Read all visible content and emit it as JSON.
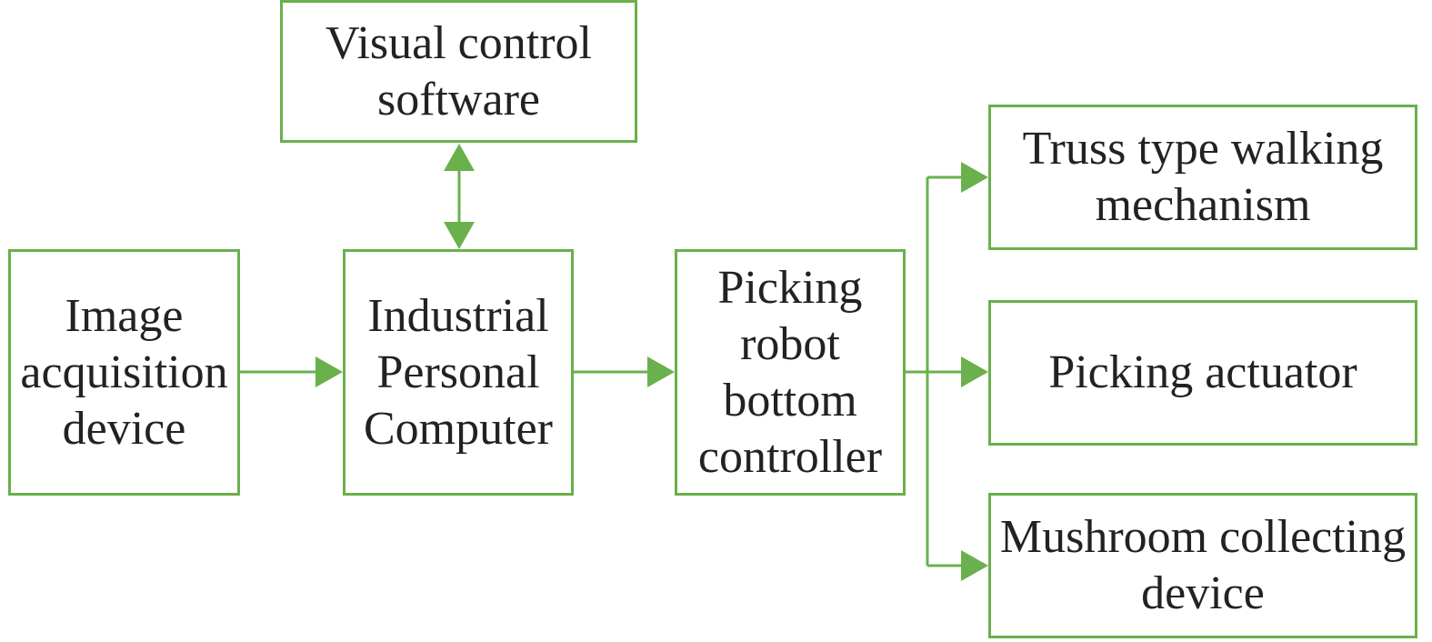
{
  "diagram": {
    "accent_color": "#6ab04c",
    "boxes": {
      "visual_control_software": "Visual control\nsoftware",
      "image_acquisition_device": "Image\nacquisition\ndevice",
      "industrial_personal_computer": "Industrial\nPersonal\nComputer",
      "picking_robot_bottom_controller": "Picking\nrobot\nbottom\ncontroller",
      "truss_type_walking_mechanism": "Truss type walking\nmechanism",
      "picking_actuator": "Picking actuator",
      "mushroom_collecting_device": "Mushroom collecting\ndevice"
    },
    "edges": [
      {
        "from": "visual_control_software",
        "to": "industrial_personal_computer",
        "bidirectional": true
      },
      {
        "from": "image_acquisition_device",
        "to": "industrial_personal_computer"
      },
      {
        "from": "industrial_personal_computer",
        "to": "picking_robot_bottom_controller"
      },
      {
        "from": "picking_robot_bottom_controller",
        "to": "truss_type_walking_mechanism"
      },
      {
        "from": "picking_robot_bottom_controller",
        "to": "picking_actuator"
      },
      {
        "from": "picking_robot_bottom_controller",
        "to": "mushroom_collecting_device"
      }
    ]
  }
}
